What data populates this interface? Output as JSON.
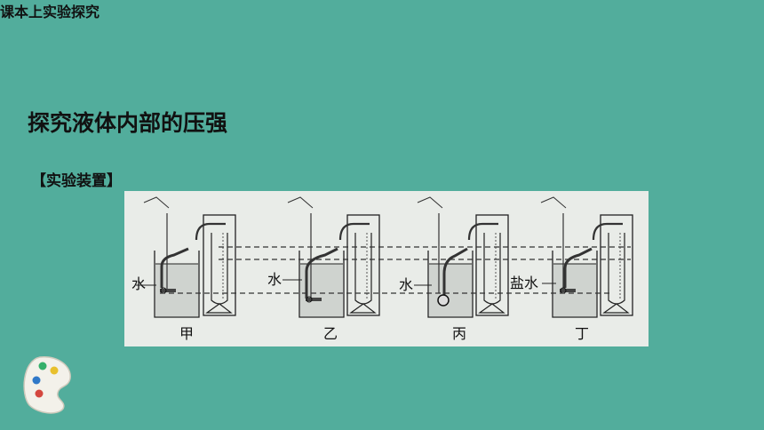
{
  "slide": {
    "subtitle": "课本上实验探究",
    "title": "探究液体内部的压强",
    "section": "【实验装置】"
  },
  "figure": {
    "setups": [
      {
        "caption": "甲",
        "liquid_label": "水"
      },
      {
        "caption": "乙",
        "liquid_label": "水"
      },
      {
        "caption": "丙",
        "liquid_label": "水"
      },
      {
        "caption": "丁",
        "liquid_label": "盐水"
      }
    ]
  },
  "colors": {
    "background": "#52ad9c",
    "figure_background": "#e9ece8",
    "liquid": "#cfd3cf"
  },
  "icons": [
    "palette-icon"
  ]
}
